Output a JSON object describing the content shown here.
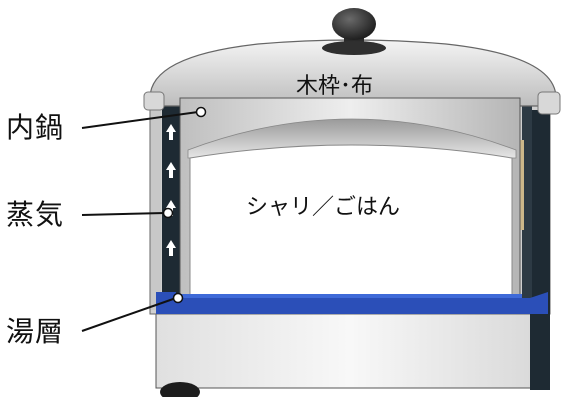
{
  "labels": {
    "inner_pot": "内鍋",
    "steam": "蒸気",
    "water_layer": "湯層",
    "wooden_frame_cloth": "木枠･布",
    "sushi_rice": "シャリ／ごはん"
  },
  "colors": {
    "water_layer": "#2b4fb8",
    "pot_wall": "#d6d6d6",
    "pot_base": "#f2f2f2",
    "lid": "#dcdcdc",
    "knob": "#2a2a2a",
    "steam_channel": "#1e2a33",
    "arrow": "#ffffff"
  },
  "icons": [
    "lid-knob-icon",
    "steam-arrow-icon"
  ]
}
